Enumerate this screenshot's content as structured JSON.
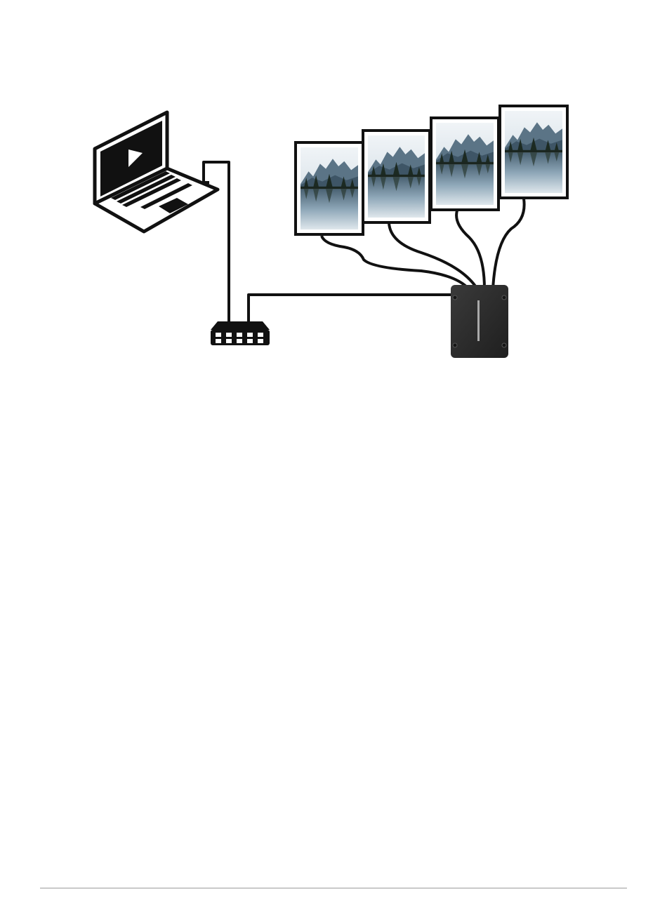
{
  "diagram": {
    "nodes": [
      {
        "id": "laptop",
        "icon": "laptop-icon"
      },
      {
        "id": "network-switch",
        "icon": "network-switch-icon"
      },
      {
        "id": "controller-box",
        "icon": "controller-box-icon"
      },
      {
        "id": "display-1",
        "icon": "landscape-display-icon"
      },
      {
        "id": "display-2",
        "icon": "landscape-display-icon"
      },
      {
        "id": "display-3",
        "icon": "landscape-display-icon"
      },
      {
        "id": "display-4",
        "icon": "landscape-display-icon"
      }
    ],
    "edges": [
      {
        "from": "laptop",
        "to": "network-switch"
      },
      {
        "from": "network-switch",
        "to": "controller-box"
      },
      {
        "from": "display-1",
        "to": "controller-box"
      },
      {
        "from": "display-2",
        "to": "controller-box"
      },
      {
        "from": "display-3",
        "to": "controller-box"
      },
      {
        "from": "display-4",
        "to": "controller-box"
      }
    ],
    "colors": {
      "stroke": "#111111",
      "box": "#2b2b2b",
      "sky": "#e3ecf1",
      "mountain": "#5b7486",
      "water": "#9fb6c6",
      "tree": "#1c2a22"
    }
  }
}
